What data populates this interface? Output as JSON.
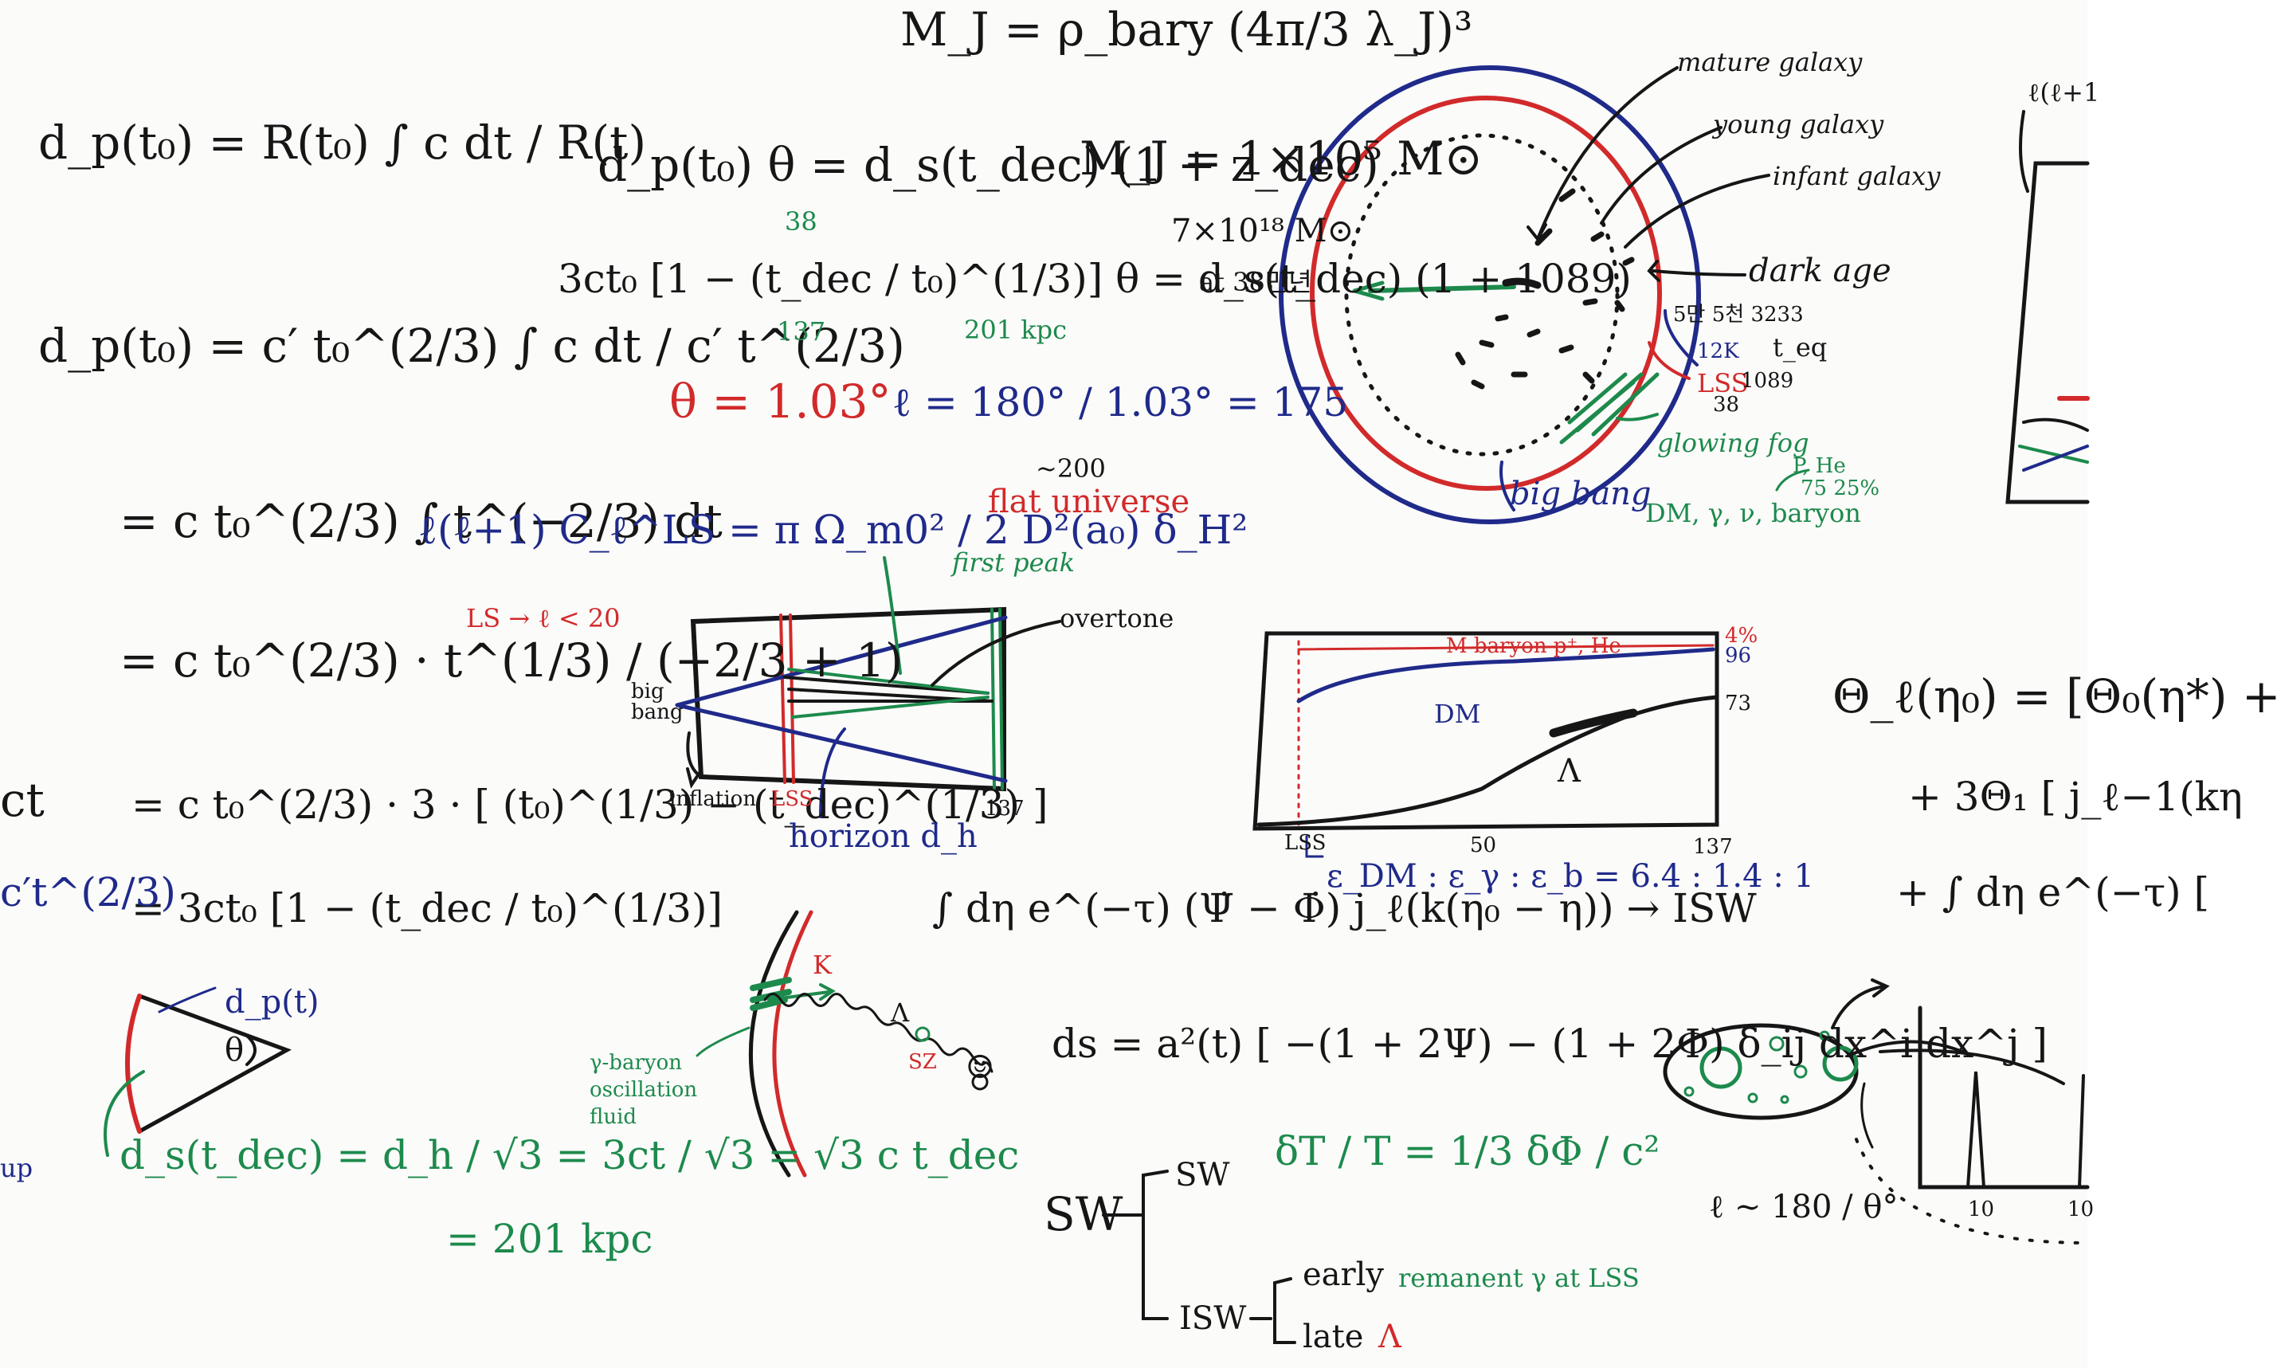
{
  "board": {
    "jeans_mass": "M_J = ρ_bary (4π/3 λ_J)³",
    "jeans_value": "M_J = 1×10⁵ M⊙",
    "jeans_value_2": "7×10¹⁸ M⊙",
    "jeans_at": "at 38만년",
    "dp_def": "d_p(t₀) = R(t₀) ∫ c dt / R(t)",
    "dp_matter": "d_p(t₀) = c′ t₀^(2/3) ∫ c dt / c′ t^(2/3)",
    "dp_step1": "= c t₀^(2/3) ∫ t^(−2/3) dt",
    "dp_step2": "= c t₀^(2/3) · t^(1/3) / (−2/3 + 1)",
    "dp_step3": "= c t₀^(2/3) · 3 · [ (t₀)^(1/3) − (t_dec)^(1/3) ]",
    "dp_step4": "= 3ct₀ [1 − (t_dec / t₀)^(1/3)]",
    "left_edge_1": "ct",
    "left_edge_2": "c′t^(2/3)",
    "left_edge_3": "up",
    "angle_eq": "d_p(t₀) θ = d_s(t_dec) (1 + z_dec)",
    "angle_eq_num": "3ct₀ [1 − (t_dec / t₀)^(1/3)] θ = d_s(t_dec) (1 + 1089)",
    "note_38": "38",
    "note_137": "137",
    "note_201": "201 kpc",
    "theta_val": "θ = 1.03°",
    "ell_val": "ℓ = 180° / 1.03° = 175",
    "ell_200": "~200",
    "flat_universe": "flat universe",
    "cl_eq": "ℓ(ℓ+1) C_ℓ^LS = π Ω_m0² / 2 D²(a₀) δ_H²",
    "ls_note": "LS → ℓ < 20",
    "ds_eq": "d_s(t_dec) = d_h / √3 = 3ct / √3 = √3 c t_dec",
    "ds_val": "= 201 kpc",
    "dp_t": "d_p(t)",
    "theta_sym": "θ",
    "gal_mature": "mature galaxy",
    "gal_young": "young galaxy",
    "gal_infant": "infant galaxy",
    "dark_age": "dark age",
    "teq_note": "5만 5천 3233",
    "teq": "t_eq",
    "k12": "12K",
    "lss": "LSS",
    "lss_38": "38",
    "lss_z": "1089",
    "glowing_fog": "glowing fog",
    "big_bang": "big bang",
    "p_he": "P, He",
    "p_he_pct": "75  25%",
    "dm_list": "DM, γ, ν, baryon",
    "first_peak": "first peak",
    "overtone": "overtone",
    "big_bang_small": "big bang",
    "inflation": "inflation",
    "lss_small": "LSS",
    "horizon": "horizon d_h",
    "tick_137": "137",
    "frac_title": "M  baryon  p⁺, He",
    "frac_dm": "DM",
    "frac_lambda": "Λ",
    "frac_lss": "LSS",
    "frac_50": "50",
    "frac_137": "137",
    "frac_96": "96",
    "frac_4": "4%",
    "frac_73": "73",
    "eps_ratio": "ε_DM : ε_γ : ε_b = 6.4 : 1.4 : 1",
    "isw_integral": "∫ dη e^(−τ) (Ψ̇ − Φ̇) j_ℓ(k(η₀ − η)) → ISW",
    "metric": "ds = a²(t) [ −(1 + 2Ψ) − (1 + 2Φ) δ_ij dx^i dx^j ]",
    "fluid": "γ-baryon oscillation fluid",
    "k_label": "K",
    "sz_label": "SZ",
    "lambda_sym": "Λ",
    "obs": "☺",
    "sw_root": "SW",
    "sw_branch": "SW",
    "sw_eq": "δT / T = 1/3 δΦ / c²",
    "isw_branch": "ISW",
    "early": "early",
    "early_note": "remanent γ at LSS",
    "late": "late",
    "late_sym": "Λ",
    "right_theta": "Θ_ℓ(η₀) = [Θ₀(η*) +",
    "right_term2": "+ 3Θ₁ [ j_ℓ−1(kη",
    "right_term3": "+ ∫ dη e^(−τ) [",
    "right_ell_top": "ℓ(ℓ+1",
    "ell_180": "ℓ ~ 180 / θ°",
    "hist_10": "10",
    "hist_10b": "10"
  },
  "colors": {
    "black_marker": "#161616",
    "navy_marker": "#1f2a8a",
    "green_marker": "#1d8a4c",
    "red_marker": "#d22a2a",
    "board": "#fbfbfa"
  }
}
